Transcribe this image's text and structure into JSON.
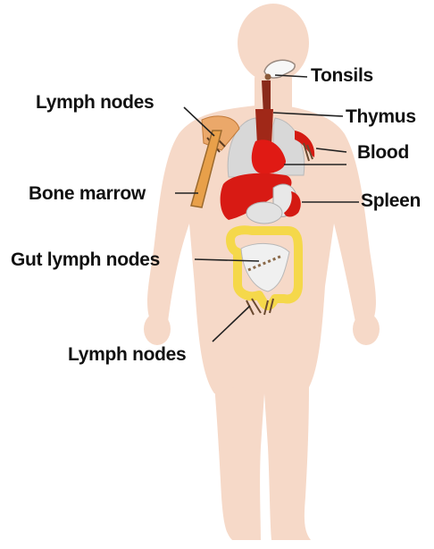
{
  "labels": {
    "tonsils": "Tonsils",
    "thymus": "Thymus",
    "blood": "Blood",
    "spleen": "Spleen",
    "lymph_nodes_upper": "Lymph nodes",
    "bone_marrow": "Bone marrow",
    "gut_lymph_nodes": "Gut lymph nodes",
    "lymph_nodes_lower": "Lymph nodes"
  },
  "colors": {
    "skin": "#f6d9c8",
    "organ_red": "#e01a14",
    "dark_red": "#b81010",
    "bone_orange": "#e8a04a",
    "gut_yellow": "#f5d84a",
    "tissue_gray": "#d8d8d8",
    "line": "#222222"
  }
}
